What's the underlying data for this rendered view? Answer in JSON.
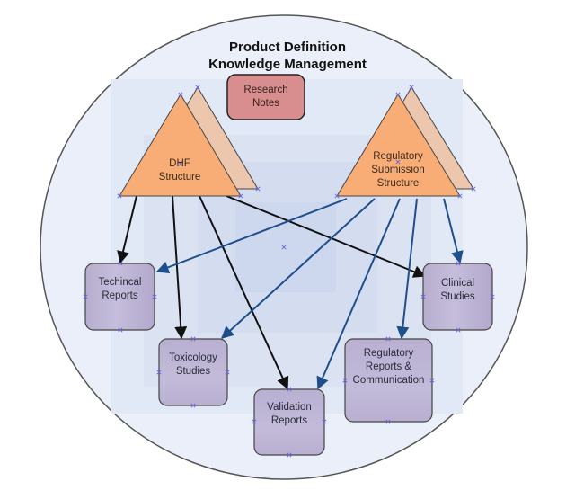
{
  "diagram": {
    "title_line1": "Product Definition",
    "title_line2": "Knowledge Management",
    "colors": {
      "circle_fill": "#e9eef8",
      "circle_stroke": "#555555",
      "triangle_fill": "#f9ad76",
      "triangle_shadow_fill": "#ecc6ad",
      "box_fill": "#bcb3d3",
      "research_fill": "#d88e8e",
      "arrow_black": "#111111",
      "arrow_blue": "#1f4e8c",
      "marker": "#6a6adf"
    },
    "sources": [
      {
        "id": "dhf",
        "label_line1": "DHF",
        "label_line2": "Structure"
      },
      {
        "id": "reg",
        "label_line1": "Regulatory",
        "label_line2": "Submission",
        "label_line3": "Structure"
      }
    ],
    "research_notes": {
      "label_line1": "Research",
      "label_line2": "Notes"
    },
    "targets": [
      {
        "id": "technical",
        "label_line1": "Techincal",
        "label_line2": "Reports"
      },
      {
        "id": "clinical",
        "label_line1": "Clinical",
        "label_line2": "Studies"
      },
      {
        "id": "toxicology",
        "label_line1": "Toxicology",
        "label_line2": "Studies"
      },
      {
        "id": "validation",
        "label_line1": "Validation",
        "label_line2": "Reports"
      },
      {
        "id": "regreports",
        "label_line1": "Regulatory",
        "label_line2": "Reports &",
        "label_line3": "Communication"
      }
    ],
    "edges": [
      {
        "from": "dhf",
        "to": "technical",
        "color": "black"
      },
      {
        "from": "dhf",
        "to": "toxicology",
        "color": "black"
      },
      {
        "from": "dhf",
        "to": "validation",
        "color": "black"
      },
      {
        "from": "dhf",
        "to": "clinical",
        "color": "black"
      },
      {
        "from": "reg",
        "to": "technical",
        "color": "blue"
      },
      {
        "from": "reg",
        "to": "toxicology",
        "color": "blue"
      },
      {
        "from": "reg",
        "to": "validation",
        "color": "blue"
      },
      {
        "from": "reg",
        "to": "regreports",
        "color": "blue"
      },
      {
        "from": "reg",
        "to": "clinical",
        "color": "blue"
      }
    ]
  }
}
